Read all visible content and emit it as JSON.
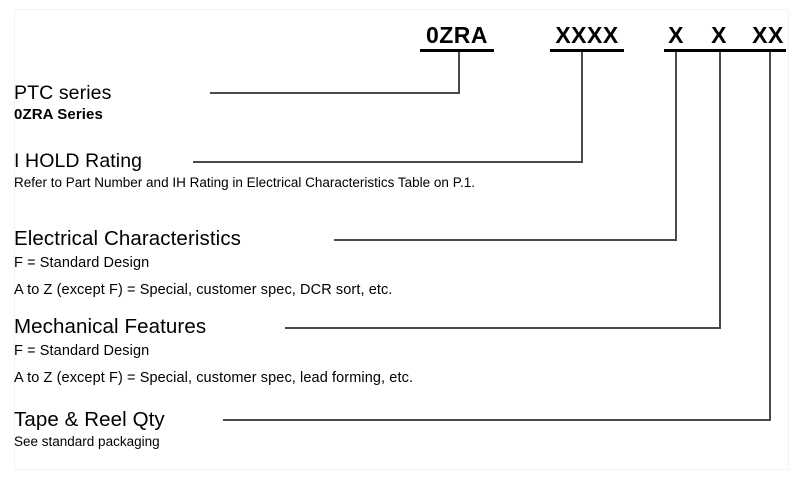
{
  "diagram": {
    "type": "part-number-decoder",
    "title_visible": false,
    "part_number_segments": [
      {
        "id": "series",
        "text": "0ZRA"
      },
      {
        "id": "ih_rating",
        "text": "XXXX"
      },
      {
        "id": "electrical",
        "text": "X"
      },
      {
        "id": "mechanical",
        "text": "X"
      },
      {
        "id": "tape_reel",
        "text": "XX"
      }
    ],
    "sections": [
      {
        "id": "ptc-series",
        "heading": "PTC series",
        "lines": [
          {
            "style": "bold",
            "text": "0ZRA Series"
          }
        ]
      },
      {
        "id": "ih-rating",
        "heading": "I HOLD Rating",
        "lines": [
          {
            "style": "small",
            "text": "Refer to Part Number and IH Rating in Electrical Characteristics Table on P.1."
          }
        ]
      },
      {
        "id": "electrical-characteristics",
        "heading": "Electrical Characteristics",
        "lines": [
          {
            "style": "plain",
            "text": "F = Standard Design"
          },
          {
            "style": "plain",
            "text": "A to Z (except F) = Special, customer spec, DCR sort, etc."
          }
        ]
      },
      {
        "id": "mechanical-features",
        "heading": "Mechanical Features",
        "lines": [
          {
            "style": "plain",
            "text": "F = Standard Design"
          },
          {
            "style": "plain",
            "text": "A to Z (except F) = Special, customer spec, lead forming, etc."
          }
        ]
      },
      {
        "id": "tape-reel-qty",
        "heading": "Tape & Reel Qty",
        "lines": [
          {
            "style": "small",
            "text": "See standard packaging"
          }
        ]
      }
    ],
    "colors": {
      "text": "#000000",
      "rule": "#000000",
      "leader": "#4a4a4a",
      "background": "#ffffff"
    }
  }
}
